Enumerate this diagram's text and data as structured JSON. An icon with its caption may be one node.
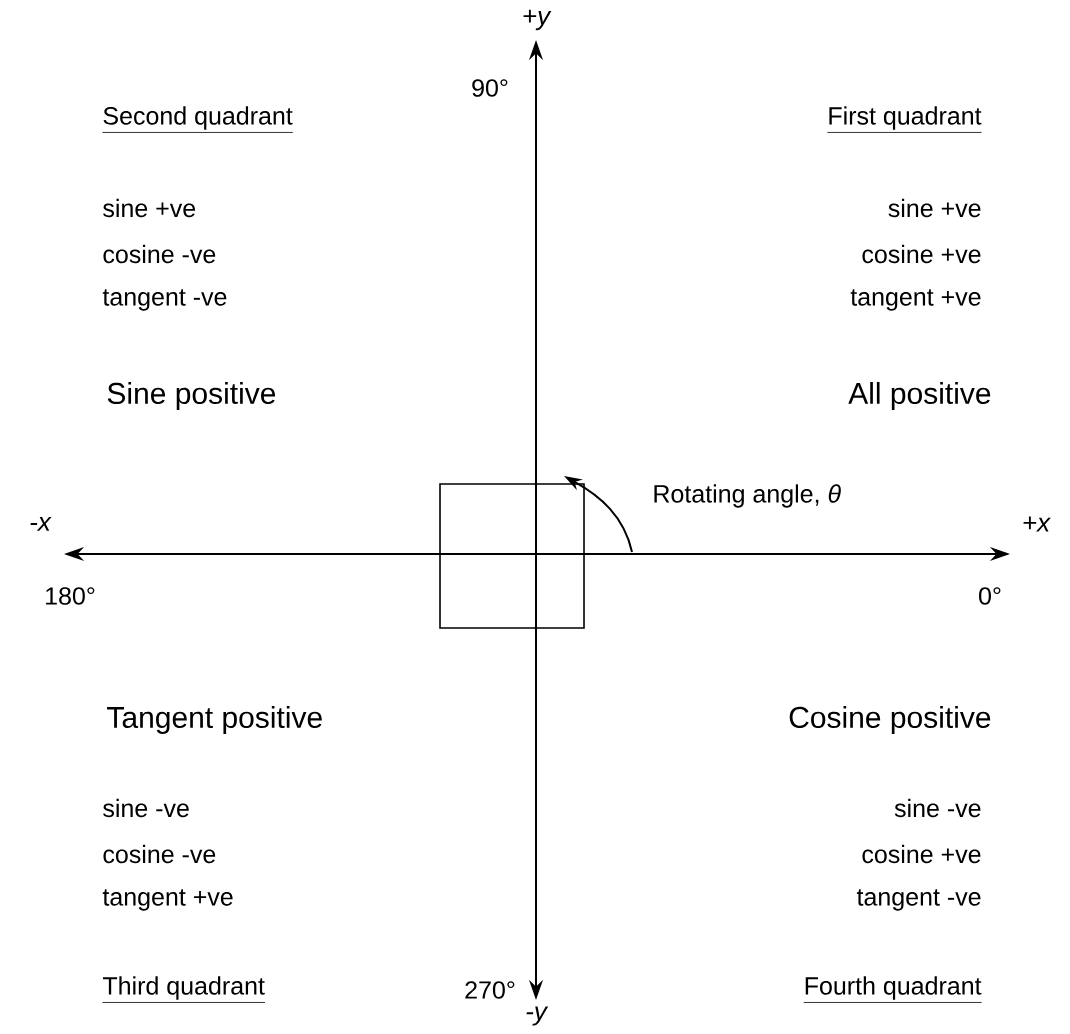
{
  "diagram": {
    "labels": [
      "+y",
      "90°",
      "Second quadrant",
      "First quadrant",
      "sine +ve",
      "sine +ve",
      "cosine -ve",
      "cosine +ve",
      "tangent -ve",
      "tangent +ve",
      "Sine positive",
      "All positive",
      "Rotating angle, *θ*",
      "-x",
      "+x",
      "180°",
      "0°",
      "Tangent positive",
      "Cosine positive",
      "sine -ve",
      "sine -ve",
      "cosine -ve",
      "cosine +ve",
      "tangent +ve",
      "tangent -ve",
      "Third quadrant",
      "270°",
      "Fourth quadrant",
      "-y"
    ]
  }
}
